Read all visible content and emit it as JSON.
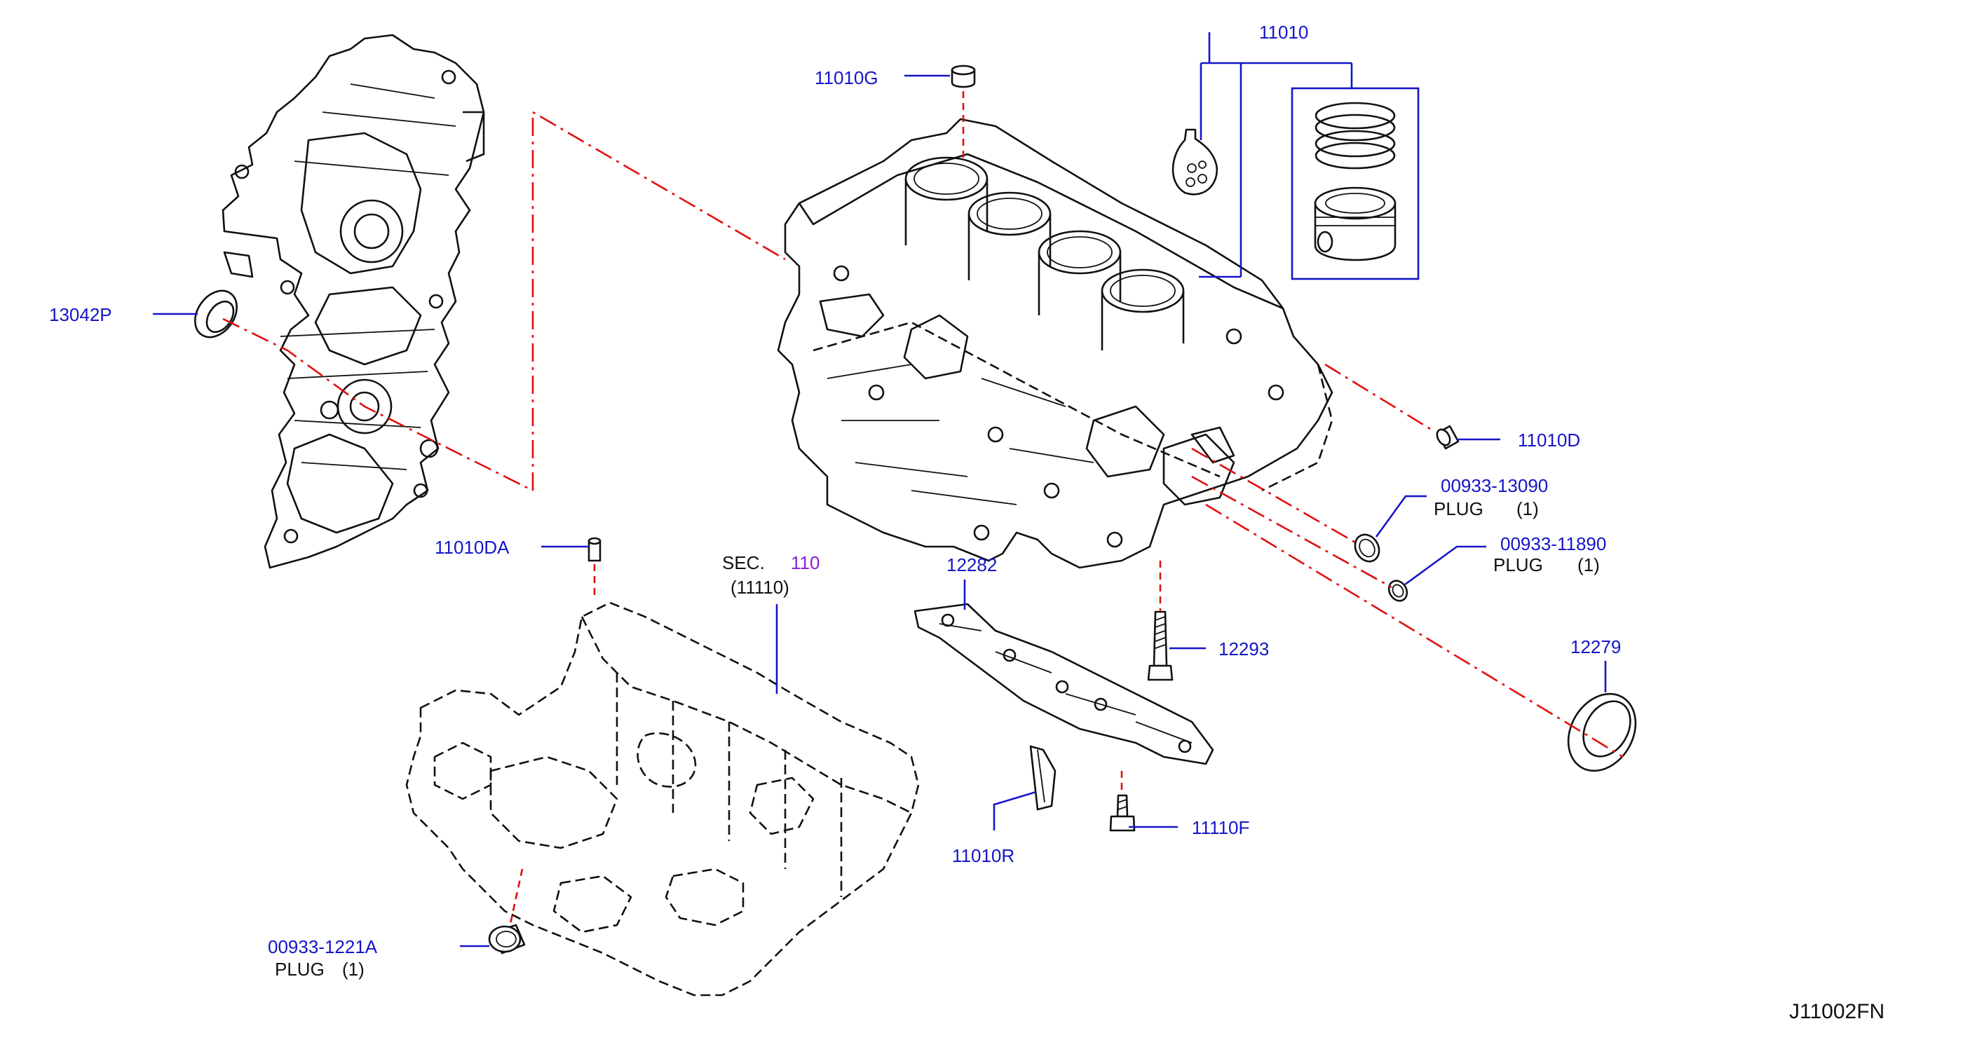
{
  "diagram_id": "J11002FN",
  "section": {
    "prefix": "SEC.",
    "number": "110",
    "sub": "(11110)"
  },
  "labels": {
    "p11010": "11010",
    "p11010G": "11010G",
    "p13042P": "13042P",
    "p11010D": "11010D",
    "p0093313090": "00933-13090",
    "plug1_text": "PLUG",
    "plug1_qty": "(1)",
    "p0093311890": "00933-11890",
    "plug2_text": "PLUG",
    "plug2_qty": "(1)",
    "p11010DA": "11010DA",
    "p12282": "12282",
    "p12293": "12293",
    "p12279": "12279",
    "p11010R": "11010R",
    "p11110F": "11110F",
    "p009331221A": "00933-1221A",
    "plug3_text": "PLUG",
    "plug3_qty": "(1)"
  },
  "colors": {
    "part_number": "#1515c8",
    "leader": "#1515c8",
    "centerline": "#e01010",
    "section_ref": "#8a1fd6",
    "linework": "#111111"
  }
}
